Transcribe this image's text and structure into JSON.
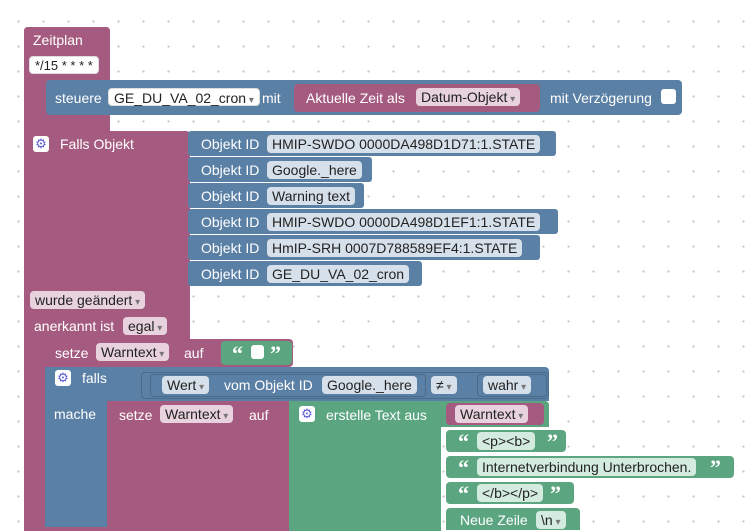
{
  "zeitplan": {
    "title": "Zeitplan",
    "cron": "*/15 * * * *"
  },
  "steuere": {
    "label": "steuere",
    "target": "GE_DU_VA_02_cron",
    "mit": "mit",
    "time_label": "Aktuelle Zeit als",
    "time_format": "Datum-Objekt",
    "delay_label": "mit Verzögerung"
  },
  "falls_objekt": {
    "label": "Falls Objekt",
    "objects": [
      {
        "label": "Objekt ID",
        "value": "HMIP-SWDO 0000DA498D1D71:1.STATE"
      },
      {
        "label": "Objekt ID",
        "value": "Google._here"
      },
      {
        "label": "Objekt ID",
        "value": "Warning text"
      },
      {
        "label": "Objekt ID",
        "value": "HMIP-SWDO 0000DA498D1EF1:1.STATE"
      },
      {
        "label": "Objekt ID",
        "value": "HmIP-SRH 0007D788589EF4:1.STATE"
      },
      {
        "label": "Objekt ID",
        "value": "GE_DU_VA_02_cron"
      }
    ],
    "trigger": "wurde geändert",
    "ack_label": "anerkannt ist",
    "ack_value": "egal"
  },
  "setze1": {
    "label": "setze",
    "var": "Warntext",
    "auf": "auf"
  },
  "falls": {
    "label": "falls",
    "prop": "Wert",
    "vom": "vom Objekt ID",
    "obj": "Google._here",
    "op": "≠",
    "value": "wahr",
    "mache": "mache"
  },
  "setze2": {
    "label": "setze",
    "var": "Warntext",
    "auf": "auf",
    "create_text": "erstelle Text aus",
    "first": "Warntext",
    "items": [
      "<p><b>",
      "Internetverbindung Unterbrochen.",
      "</b></p>"
    ],
    "newline": "Neue Zeile",
    "newline_value": "\\n"
  },
  "quote_open": "“",
  "quote_close": "”",
  "gear": "⚙"
}
